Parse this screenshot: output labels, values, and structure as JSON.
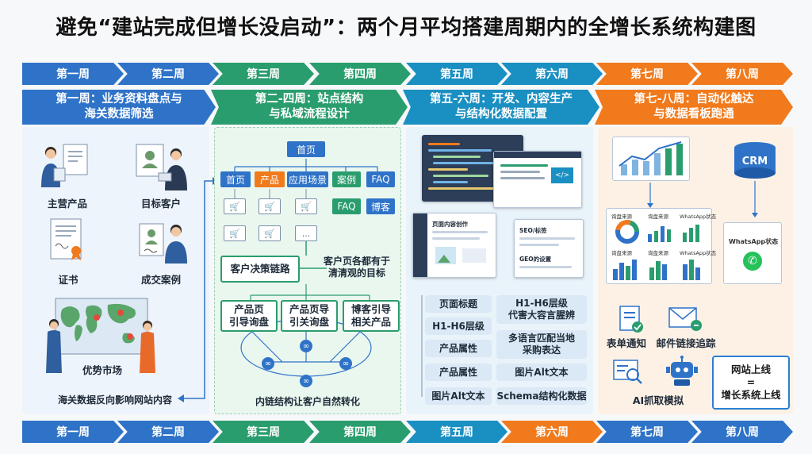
{
  "title": "避免“建站完成但增长没启动”：两个月平均搭建周期内的全增长系统构建图",
  "weeks_top": [
    "第一周",
    "第二周",
    "第三周",
    "第四周",
    "第五周",
    "第六周",
    "第七周",
    "第八周"
  ],
  "weeks_bottom": [
    "第一周",
    "第二周",
    "第三周",
    "第四周",
    "第五周",
    "第六周",
    "第七周",
    "第八周"
  ],
  "phases": [
    {
      "line1": "第一周：业务资料盘点与",
      "line2": "海关数据筛选"
    },
    {
      "line1": "第二-四周：站点结构",
      "line2": "与私域流程设计"
    },
    {
      "line1": "第五-六周：开发、内容生产",
      "line2": "与结构化数据配置"
    },
    {
      "line1": "第七-八周：自动化触达",
      "line2": "与数据看板跑通"
    }
  ],
  "panel1": {
    "main_products": "主营产品",
    "target_customers": "目标客户",
    "certificates": "证书",
    "case_studies": "成交案例",
    "advantage_market": "优势市场",
    "customs_note": "海关数据反向影响网站内容"
  },
  "panel2": {
    "home": "首页",
    "nav": [
      "首页",
      "产品",
      "应用场景",
      "案例",
      "FAQ"
    ],
    "sub": [
      "FAQ",
      "博客"
    ],
    "ellipsis": "...",
    "decision_chain": "客户决策链路",
    "decision_note_1": "客户页各都有于",
    "decision_note_2": "清清观的目标",
    "guides": [
      {
        "l1": "产品页",
        "l2": "引导询盘"
      },
      {
        "l1": "产品页导",
        "l2": "引关询盘"
      },
      {
        "l1": "博客引导",
        "l2": "相关产品"
      }
    ],
    "internal_link_note": "内链结构让客户自然转化"
  },
  "panel3": {
    "window_title": "页面内容创作",
    "seo_label": "SEO/标签",
    "geo_label": "GEO的设置",
    "left_pills": [
      "页面标题",
      "H1-H6层级",
      "产品属性",
      "产品属性",
      "图片Alt文本"
    ],
    "right_pills": [
      {
        "l1": "H1-H6层级",
        "l2": "代害大容言腥辨"
      },
      {
        "l1": "多语言匹配当地",
        "l2": "采购表达"
      },
      {
        "l1": "图片Alt文本",
        "l2": ""
      },
      {
        "l1": "Schema结构化数据",
        "l2": ""
      }
    ]
  },
  "panel4": {
    "crm": "CRM",
    "whatsapp_status": "WhatsApp状态",
    "dash_labels": [
      "询盘来源",
      "询盘来源",
      "WhatsApp状态",
      "询盘来源",
      "询盘来源",
      "WhatsApp状态"
    ],
    "form_notice": "表单通知",
    "email_tracking": "邮件链接追踪",
    "ai_simulation": "AI抓取模拟",
    "result_1": "网站上线",
    "result_eq": "=",
    "result_2": "增长系统上线"
  },
  "colors": {
    "blue": "#2f73c8",
    "green": "#2a9d6e",
    "cyan": "#1a8fc2",
    "orange": "#f07a1c"
  }
}
